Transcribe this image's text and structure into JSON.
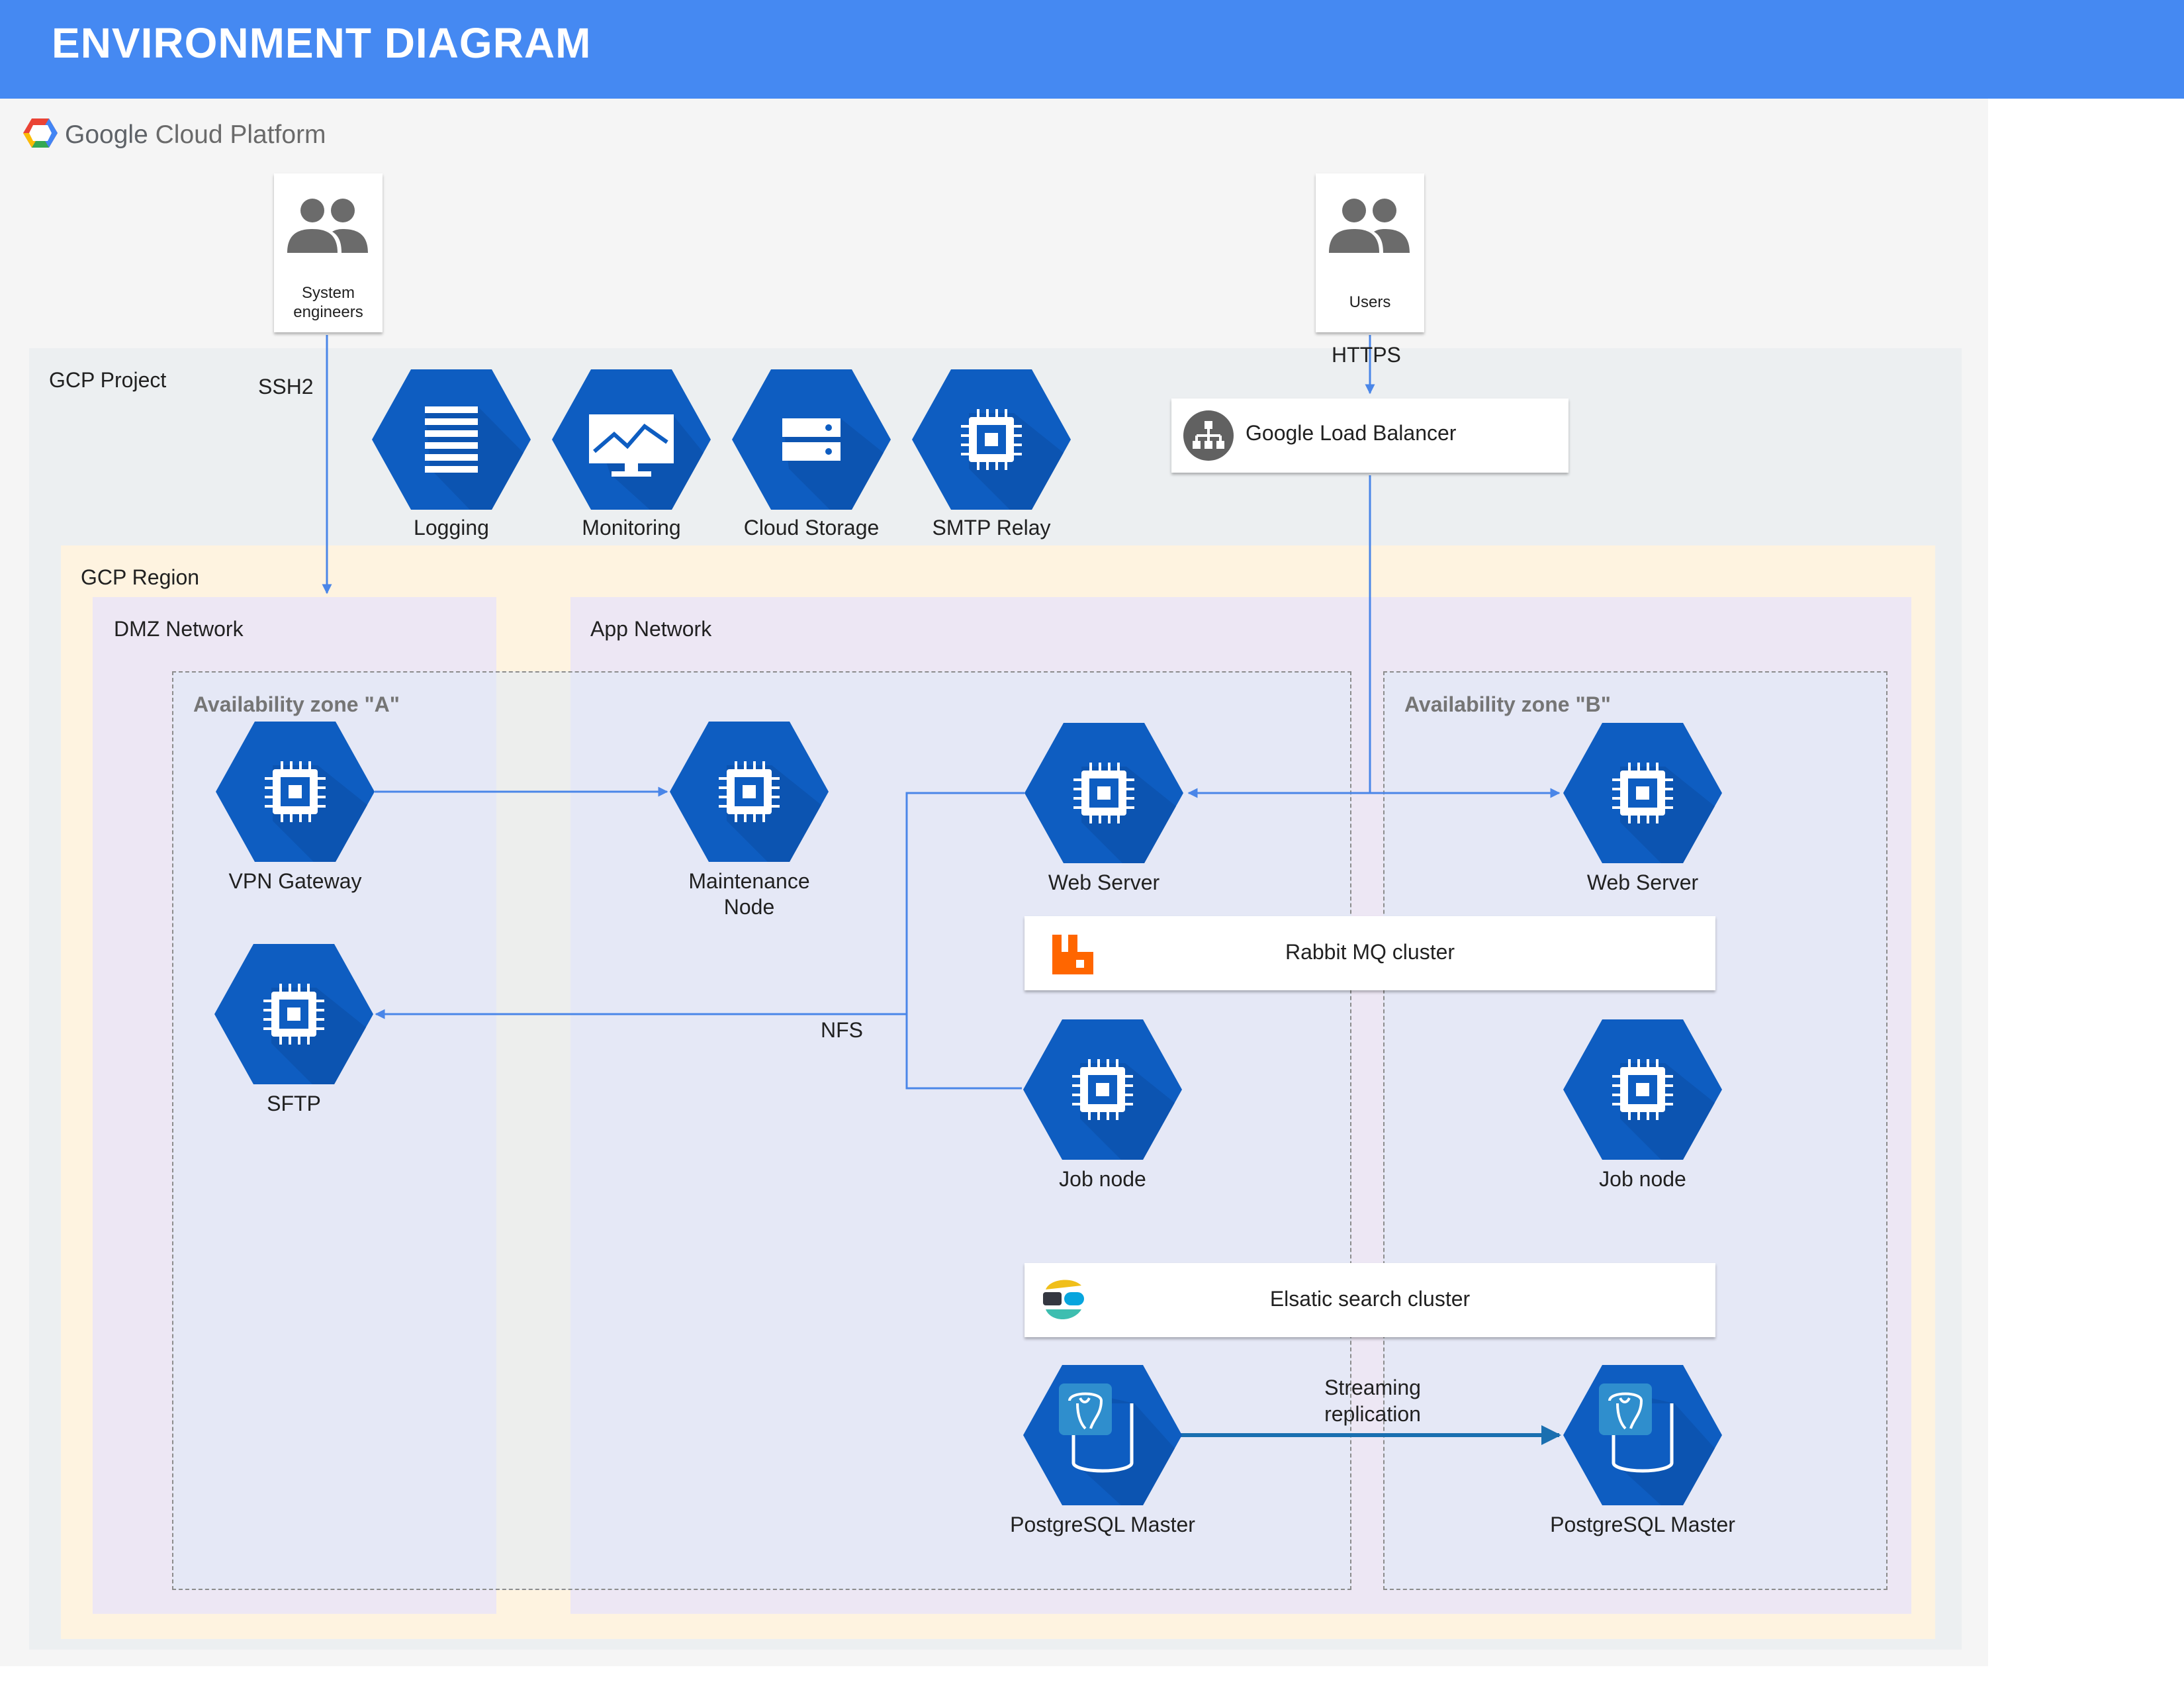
{
  "header": {
    "title": "ENVIRONMENT DIAGRAM"
  },
  "platform": {
    "logo_text_google": "Google",
    "logo_text_product": "Cloud Platform"
  },
  "actors": {
    "engineers": {
      "label": "System engineers",
      "icon": "users-icon"
    },
    "users": {
      "label": "Users",
      "icon": "users-icon"
    }
  },
  "areas": {
    "project": "GCP Project",
    "region": "GCP Region",
    "dmz": "DMZ Network",
    "app": "App Network",
    "zone_a": "Availability zone \"A\"",
    "zone_b": "Availability zone \"B\""
  },
  "services": {
    "logging": "Logging",
    "monitoring": "Monitoring",
    "storage": "Cloud Storage",
    "smtp": "SMTP Relay"
  },
  "load_balancer": {
    "label": "Google Load Balancer"
  },
  "nodes": {
    "vpn": "VPN Gateway",
    "maintenance": "Maintenance Node",
    "sftp": "SFTP",
    "web_a": "Web Server",
    "web_b": "Web Server",
    "job_a": "Job node",
    "job_b": "Job node",
    "pg_a": "PostgreSQL Master",
    "pg_b": "PostgreSQL Master"
  },
  "clusters": {
    "rabbit": "Rabbit MQ cluster",
    "elastic": "Elsatic search cluster"
  },
  "connections": {
    "ssh": "SSH2",
    "https": "HTTPS",
    "nfs": "NFS",
    "replication": "Streaming replication"
  },
  "colors": {
    "header": "#4589f2",
    "hexagon": "#0e5dc1",
    "connector": "#4a86e8",
    "replication": "#1a6fb0",
    "rabbit": "#ff6600"
  }
}
